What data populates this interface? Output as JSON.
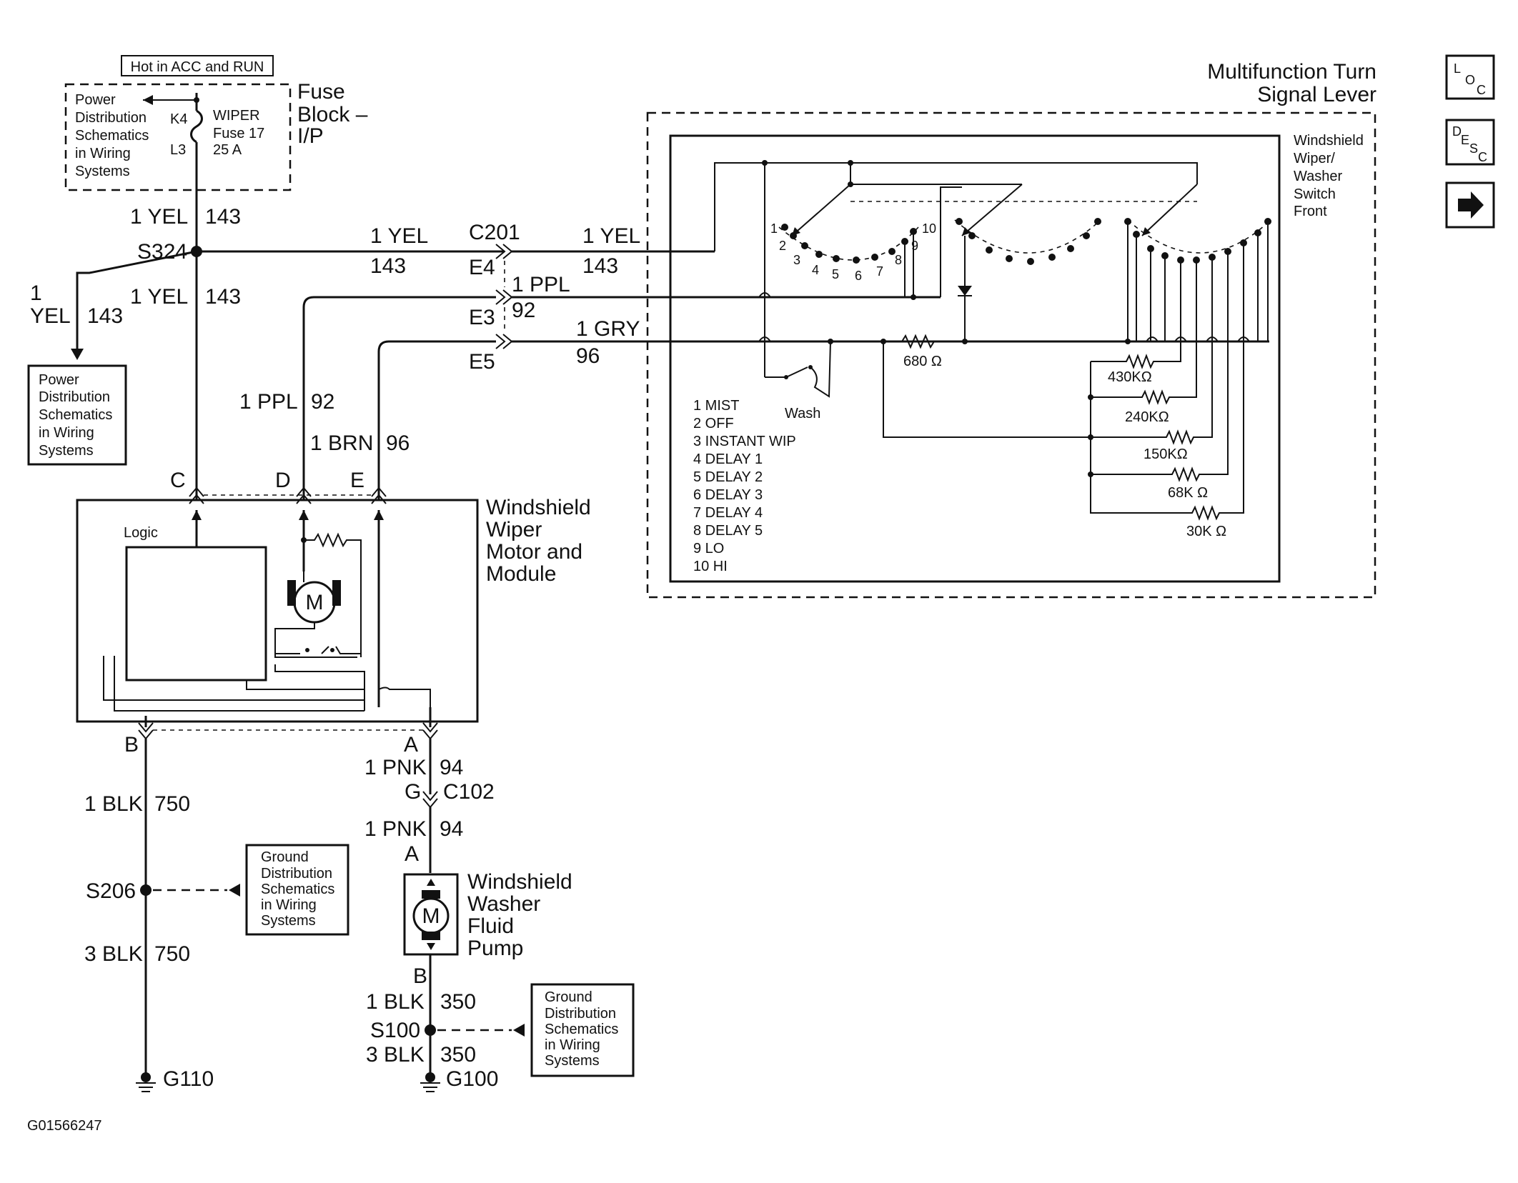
{
  "diagram_id": "G01566247",
  "hot_label": "Hot in ACC and RUN",
  "fuse_block": {
    "title_lines": [
      "Fuse",
      "Block –",
      "I/P"
    ],
    "note_lines": [
      "Power",
      "Distribution",
      "Schematics",
      "in Wiring",
      "Systems"
    ],
    "k4": "K4",
    "l3": "L3",
    "fuse_lines": [
      "WIPER",
      "Fuse 17",
      "25 A"
    ]
  },
  "splices": {
    "s324": "S324",
    "s206": "S206",
    "s100": "S100"
  },
  "connectors": {
    "c201": "C201",
    "e4": "E4",
    "e3": "E3",
    "e5": "E5",
    "c": "C",
    "d": "D",
    "e": "E",
    "b": "B",
    "a": "A",
    "g": "G",
    "c102": "C102",
    "a2": "A",
    "b2": "B"
  },
  "wires": {
    "yel_fuse": "1 YEL",
    "yel_fuse_n": "143",
    "yel_a": "1 YEL",
    "yel_a_n": "143",
    "yel_b": "1 YEL",
    "yel_b_n": "143",
    "yel_c": "1 YEL",
    "yel_c_n": "143",
    "yel_left_1": "1",
    "yel_left_2": "YEL",
    "yel_left_n": "143",
    "ppl_a": "1 PPL",
    "ppl_a_n": "92",
    "ppl_b": "1 PPL",
    "ppl_b_n": "92",
    "gry": "1 GRY",
    "gry_n": "96",
    "brn": "1 BRN",
    "brn_n": "96",
    "blk_a": "1 BLK",
    "blk_a_n": "750",
    "blk_b": "3 BLK",
    "blk_b_n": "750",
    "pnk_a": "1 PNK",
    "pnk_a_n": "94",
    "pnk_b": "1 PNK",
    "pnk_b_n": "94",
    "blk_c": "1 BLK",
    "blk_c_n": "350",
    "blk_d": "3 BLK",
    "blk_d_n": "350"
  },
  "power_box_lines": [
    "Power",
    "Distribution",
    "Schematics",
    "in Wiring",
    "Systems"
  ],
  "ground_box_lines": [
    "Ground",
    "Distribution",
    "Schematics",
    "in Wiring",
    "Systems"
  ],
  "grounds": {
    "g110": "G110",
    "g100": "G100"
  },
  "motor_module": {
    "title_lines": [
      "Windshield",
      "Wiper",
      "Motor and",
      "Module"
    ],
    "logic": "Logic",
    "motor": "M"
  },
  "pump": {
    "title_lines": [
      "Windshield",
      "Washer",
      "Fluid",
      "Pump"
    ],
    "motor": "M"
  },
  "lever": {
    "title_lines": [
      "Multifunction Turn",
      "Signal Lever"
    ],
    "switch_lines": [
      "Windshield",
      "Wiper/",
      "Washer",
      "Switch",
      "Front"
    ],
    "positions": [
      "1 MIST",
      "2 OFF",
      "3 INSTANT WIP",
      "4 DELAY 1",
      "5 DELAY 2",
      "6 DELAY 3",
      "7 DELAY 4",
      "8 DELAY 5",
      "9 LO",
      "10 HI"
    ],
    "contact_numbers": [
      "1",
      "2",
      "3",
      "4",
      "5",
      "6",
      "7",
      "8",
      "9",
      "10"
    ],
    "wash": "Wash",
    "r680": "680 Ω",
    "resistors": [
      "430KΩ",
      "240KΩ",
      "150KΩ",
      "68K Ω",
      "30K Ω"
    ]
  },
  "nav": {
    "loc": "LOC",
    "desc": "DESC",
    "next": "➔"
  }
}
